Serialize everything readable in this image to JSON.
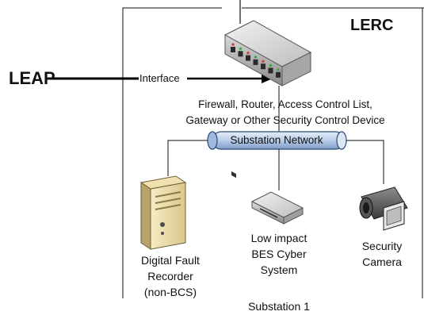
{
  "diagram": {
    "external_label": "LEAP",
    "boundary_label": "LERC",
    "interface_label": "Interface",
    "device_caption_line1": "Firewall, Router,  Access Control List,",
    "device_caption_line2": "Gateway or Other Security Control Device",
    "network_label": "Substation Network",
    "dfr_label": [
      "Digital Fault",
      "Recorder",
      "(non-BCS)"
    ],
    "bes_label": [
      "Low impact",
      "BES Cyber",
      "System"
    ],
    "camera_label": [
      "Security",
      "Camera"
    ],
    "site_label": "Substation 1"
  },
  "colors": {
    "network_fill": "#bcd1ea",
    "network_stroke": "#2e4a7a",
    "line": "#111111",
    "port_green": "#2faa3a",
    "port_red": "#d03a2a"
  },
  "icons": [
    "network-appliance-icon",
    "server-tower-icon",
    "network-device-icon",
    "video-camera-icon"
  ]
}
